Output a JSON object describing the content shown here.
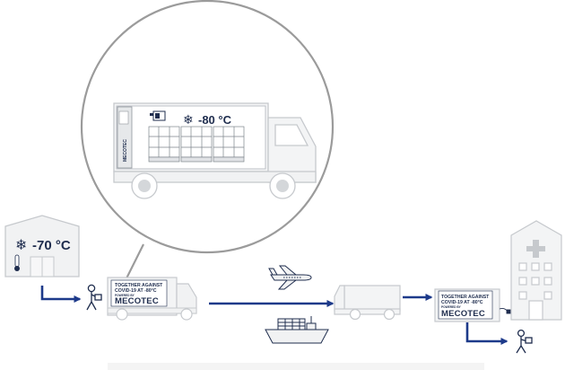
{
  "zoom_truck": {
    "temperature": "-80 °C",
    "container_brand": "MECOTEC"
  },
  "warehouse": {
    "temperature": "-70 °C"
  },
  "small_truck_banner": {
    "line1": "TOGETHER AGAINST",
    "line2": "COVID-19 AT -80°C",
    "powered": "POWERED BY",
    "brand": "MECOTEC"
  },
  "delivery_banner": {
    "line1": "TOGETHER AGAINST",
    "line2": "COVID-19 AT -80°C",
    "powered": "POWERED BY",
    "brand": "MECOTEC"
  },
  "icons": {
    "snowflake": "❄",
    "thermometer": "thermometer-icon",
    "plus": "hospital-cross-icon"
  },
  "colors": {
    "arrow": "#1d3a8a",
    "outline": "#bfc3c8",
    "fill": "#f1f2f3",
    "text": "#1f2d4e"
  }
}
